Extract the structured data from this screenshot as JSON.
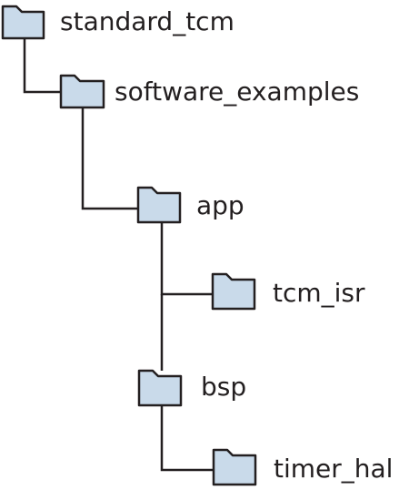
{
  "tree": {
    "folder_fill": "#c9daea",
    "stroke_color": "#231f20",
    "nodes": [
      {
        "id": "standard_tcm",
        "label": "standard_tcm",
        "icon": "folder-icon"
      },
      {
        "id": "software_examples",
        "label": "software_examples",
        "icon": "folder-icon"
      },
      {
        "id": "app",
        "label": "app",
        "icon": "folder-icon"
      },
      {
        "id": "tcm_isr",
        "label": "tcm_isr",
        "icon": "folder-icon"
      },
      {
        "id": "bsp",
        "label": "bsp",
        "icon": "folder-icon"
      },
      {
        "id": "timer_hal",
        "label": "timer_hal",
        "icon": "folder-icon"
      }
    ]
  }
}
